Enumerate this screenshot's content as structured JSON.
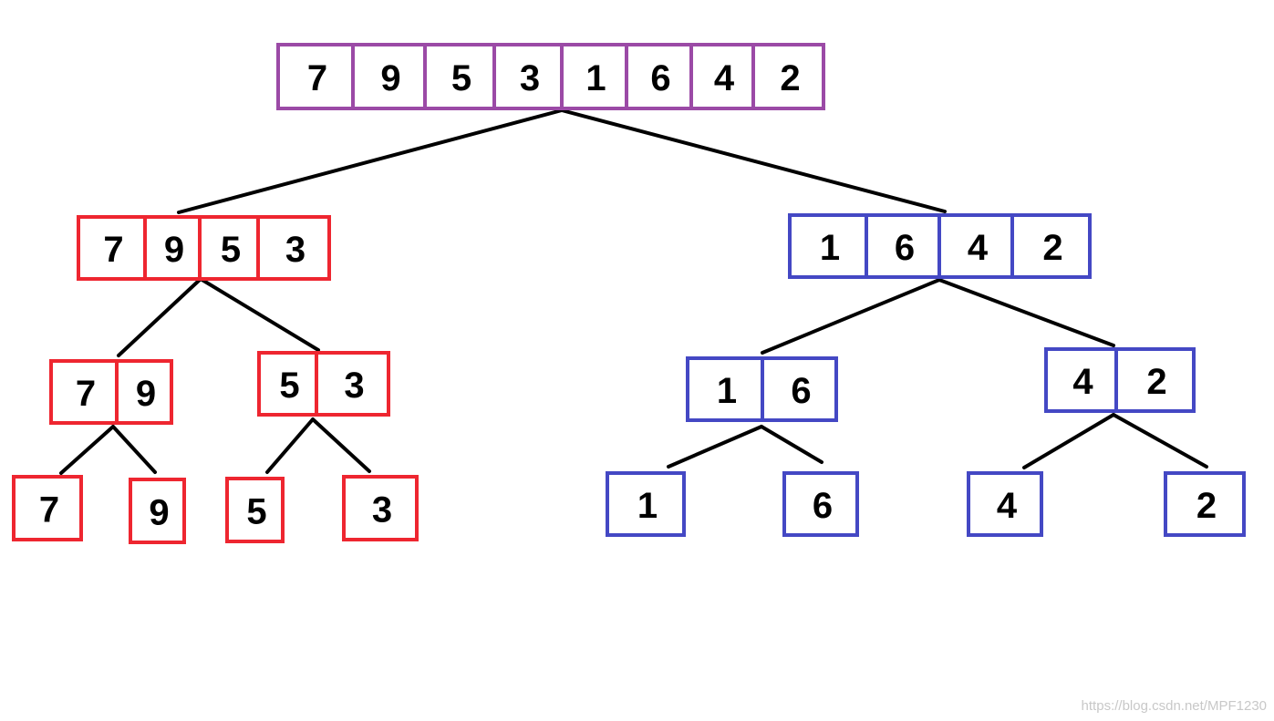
{
  "colors": {
    "root": "#9b4aa6",
    "left_branch": "#ee2630",
    "right_branch": "#4448c4",
    "edge": "#000000",
    "text": "#000000"
  },
  "tree": {
    "root": {
      "values": [
        "7",
        "9",
        "5",
        "3",
        "1",
        "6",
        "4",
        "2"
      ]
    },
    "level1": [
      {
        "id": "left",
        "values": [
          "7",
          "9",
          "5",
          "3"
        ]
      },
      {
        "id": "right",
        "values": [
          "1",
          "6",
          "4",
          "2"
        ]
      }
    ],
    "level2": [
      {
        "id": "left-left",
        "values": [
          "7",
          "9"
        ]
      },
      {
        "id": "left-right",
        "values": [
          "5",
          "3"
        ]
      },
      {
        "id": "right-left",
        "values": [
          "1",
          "6"
        ]
      },
      {
        "id": "right-right",
        "values": [
          "4",
          "2"
        ]
      }
    ],
    "level3": [
      {
        "values": [
          "7"
        ]
      },
      {
        "values": [
          "9"
        ]
      },
      {
        "values": [
          "5"
        ]
      },
      {
        "values": [
          "3"
        ]
      },
      {
        "values": [
          "1"
        ]
      },
      {
        "values": [
          "6"
        ]
      },
      {
        "values": [
          "4"
        ]
      },
      {
        "values": [
          "2"
        ]
      }
    ]
  },
  "watermark": "https://blog.csdn.net/MPF1230"
}
